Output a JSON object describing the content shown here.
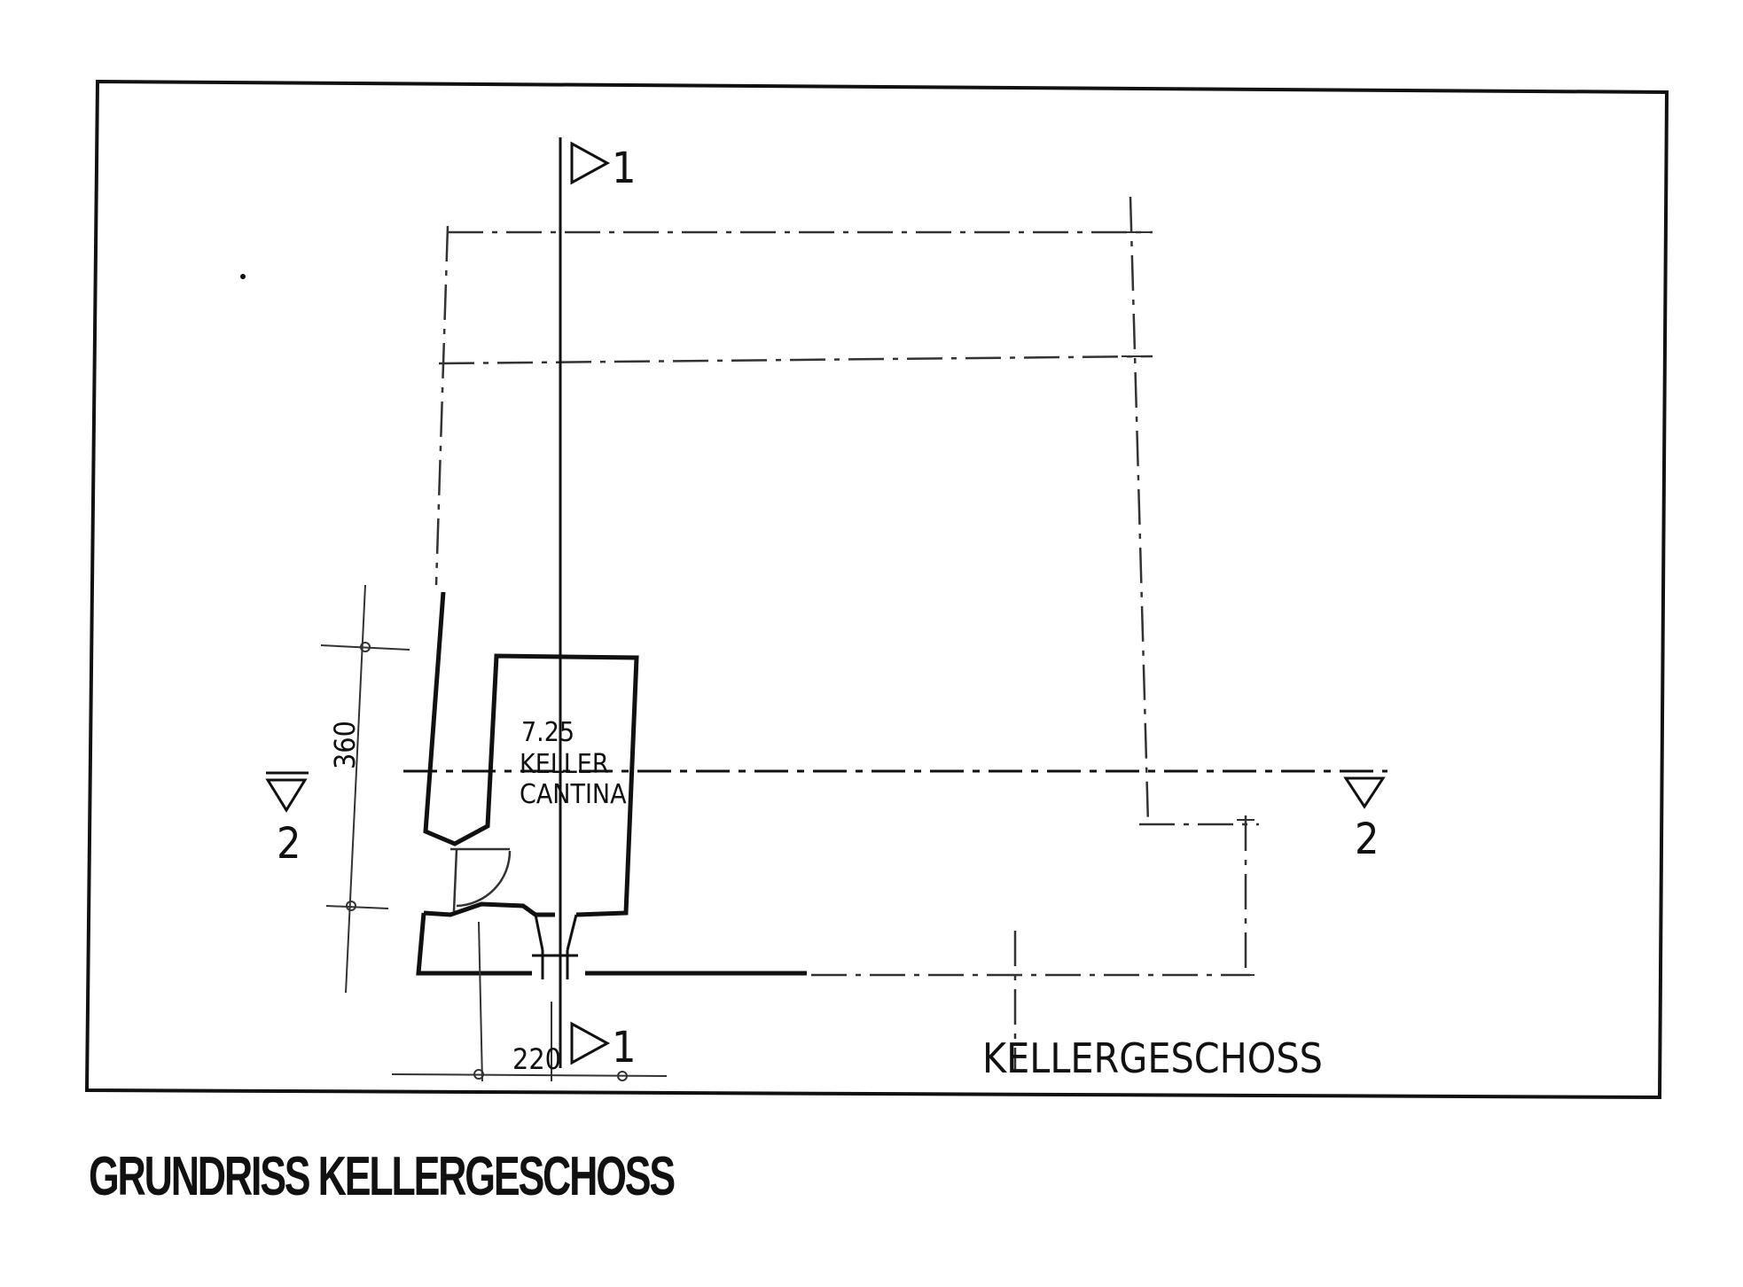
{
  "caption": "GRUNDRISS   KELLERGESCHOSS",
  "plan": {
    "section_marker_1": "1",
    "section_marker_2": "2",
    "room_area": "7.25",
    "room_name_de": "KELLER",
    "room_name_it": "CANTINA",
    "dimension_vertical": "360",
    "dimension_horizontal": "220",
    "floor_label": "KELLERGESCHOSS"
  },
  "colors": {
    "ink": "#111111",
    "paper": "#ffffff"
  }
}
